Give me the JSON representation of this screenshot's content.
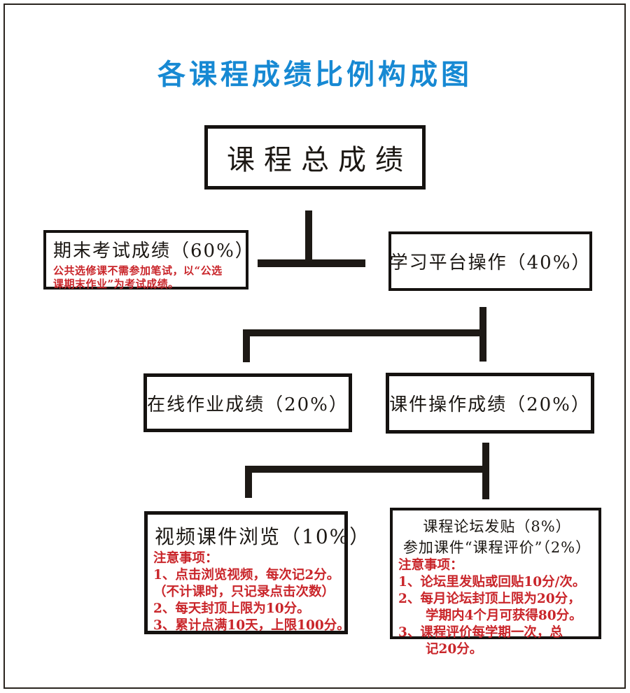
{
  "page": {
    "title": "各课程成绩比例构成图"
  },
  "colors": {
    "title_blue": "#1789d3",
    "note_red": "#c9252a",
    "line_black": "#1d1915"
  },
  "chart": {
    "total": {
      "label": "课程总成绩"
    },
    "exam": {
      "label": "期末考试成绩（60%）",
      "note_lines": [
        "公共选修课不需参加笔试，以“公选",
        "课期末作业”为考试成绩。"
      ]
    },
    "platform": {
      "label": "学习平台操作（40%）"
    },
    "homework": {
      "label": "在线作业成绩（20%）"
    },
    "courseware": {
      "label": "课件操作成绩（20%）"
    },
    "video": {
      "label": "视频课件浏览（10%）",
      "note_title": "注意事项：",
      "note_lines": [
        "1、点击浏览视频，每次记2分。",
        "（不计课时，只记录点击次数）",
        "2、每天封顶上限为10分。",
        "3、累计点满10天，上限100分。"
      ]
    },
    "forum": {
      "label_line1": "课程论坛发贴（8%）",
      "label_line2": "参加课件“课程评价”（2%）",
      "note_title": "注意事项：",
      "note_lines": [
        "1、论坛里发贴或回贴10分/次。",
        "2、每月论坛封顶上限为20分，",
        "学期内4个月可获得80分。",
        "3、课程评价每学期一次，总",
        "记20分。"
      ]
    }
  }
}
